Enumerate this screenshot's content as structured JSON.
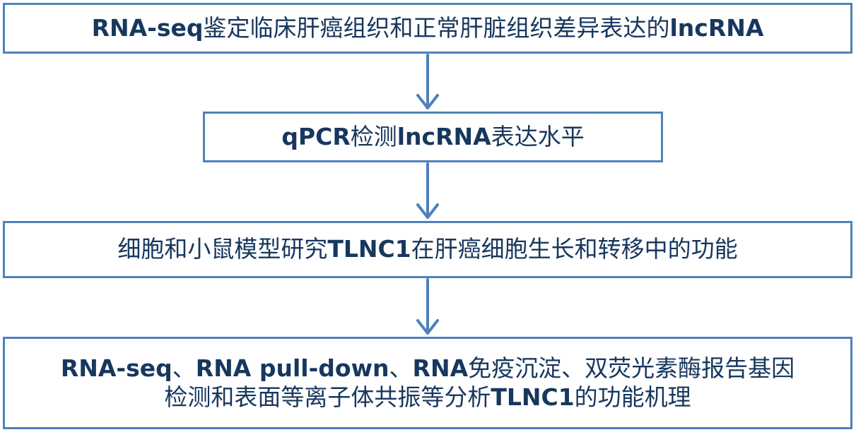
{
  "steps": [
    {
      "parts": [
        {
          "t": "RNA-seq",
          "en": true
        },
        {
          "t": "鉴定临床肝癌组织和正常肝脏组织差异表达的",
          "en": false
        },
        {
          "t": "lncRNA",
          "en": true
        }
      ]
    },
    {
      "parts": [
        {
          "t": "qPCR",
          "en": true
        },
        {
          "t": "检测",
          "en": false
        },
        {
          "t": "lncRNA",
          "en": true
        },
        {
          "t": "表达水平",
          "en": false
        }
      ]
    },
    {
      "parts": [
        {
          "t": "细胞和小鼠模型研究",
          "en": false
        },
        {
          "t": "TLNC1",
          "en": true
        },
        {
          "t": "在肝癌细胞生长和转移中的功能",
          "en": false
        }
      ]
    },
    {
      "lines": [
        [
          {
            "t": "RNA-seq",
            "en": true
          },
          {
            "t": "、",
            "en": false
          },
          {
            "t": "RNA pull-down",
            "en": true
          },
          {
            "t": "、",
            "en": false
          },
          {
            "t": "RNA",
            "en": true
          },
          {
            "t": "免疫沉淀、双荧光素酶报告基因",
            "en": false
          }
        ],
        [
          {
            "t": "检测和表面等离子体共振等分析",
            "en": false
          },
          {
            "t": "TLNC1",
            "en": true
          },
          {
            "t": "的功能机理",
            "en": false
          }
        ]
      ]
    }
  ],
  "colors": {
    "border": "#4f81bd",
    "text": "#17375e",
    "arrow": "#4f81bd"
  }
}
